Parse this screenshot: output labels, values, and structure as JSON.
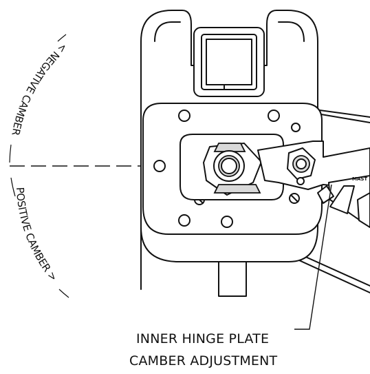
{
  "labels": {
    "negative_camber": "< NEGATIVE CAMBER",
    "positive_camber": "POSITIVE CAMBER >",
    "callout_line1": "INNER HINGE PLATE",
    "callout_line2": "CAMBER ADJUSTMENT",
    "bracket_text": "MAST"
  },
  "colors": {
    "ink": "#111111",
    "background": "#ffffff"
  }
}
